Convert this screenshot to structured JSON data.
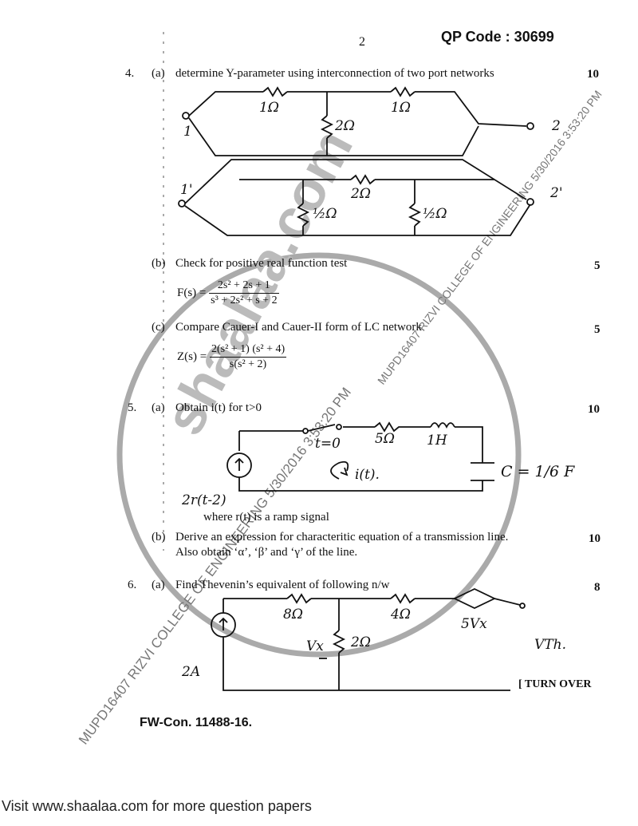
{
  "header": {
    "page_number": "2",
    "qp_code": "QP Code : 30699"
  },
  "q4": {
    "num": "4.",
    "a": {
      "label": "(a)",
      "text": "determine Y-parameter using interconnection of two port networks",
      "marks": "10"
    },
    "b": {
      "label": "(b)",
      "text": "Check for positive real function test",
      "marks": "5",
      "lhs": "F(s) =",
      "num": "2s² + 2s + 1",
      "den": "s³ + 2s² + s + 2"
    },
    "c": {
      "label": "(c)",
      "text": "Compare Cauer-I and Cauer-II form of LC network",
      "marks": "5",
      "lhs": "Z(s) =",
      "num": "2(s² + 1) (s² + 4)",
      "den": "s(s² + 2)"
    },
    "diagram": {
      "r1": "1Ω",
      "r2": "1Ω",
      "r3": "2Ω",
      "r4": "2Ω",
      "r5": "½Ω",
      "r6": "½Ω",
      "port1": "1",
      "port1p": "1'",
      "port2": "2",
      "port2p": "2'"
    }
  },
  "q5": {
    "num": "5.",
    "a": {
      "label": "(a)",
      "text": "Obtain i(t) for t>0",
      "marks": "10",
      "where": "where r(t) is a ramp signal"
    },
    "b": {
      "label": "(b)",
      "text": "Derive an expression for characteritic equation of a transmission line.",
      "marks": "10",
      "text2": "Also obtain ‘α’, ‘β’ and ‘γ’ of the line."
    },
    "diagram": {
      "switch": "t=0",
      "r": "5Ω",
      "l": "1H",
      "c": "C = 1/6 F",
      "current": "i(t).",
      "source": "2r(t-2)"
    }
  },
  "q6": {
    "num": "6.",
    "a": {
      "label": "(a)",
      "text": "Find Thevenin’s equivalent of following n/w",
      "marks": "8"
    },
    "diagram": {
      "r1": "8Ω",
      "r2": "4Ω",
      "r3": "2Ω",
      "source": "2A",
      "vx": "Vx",
      "dep": "5Vx",
      "vth": "VTh."
    }
  },
  "footer": {
    "turn_over": "[ TURN OVER",
    "code": "FW-Con. 11488-16.",
    "visit": "Visit www.shaalaa.com for more question papers"
  },
  "watermark": {
    "stamp": "shaalaa.com",
    "diag1": "MUPD16407 RIZVI COLLEGE OF ENGINEERING 5/30/2016 3:53:20 PM",
    "diag2": "MUPD16407 RIZVI COLLEGE OF ENGINEERING 5/30/2016 3:53:20 PM"
  }
}
